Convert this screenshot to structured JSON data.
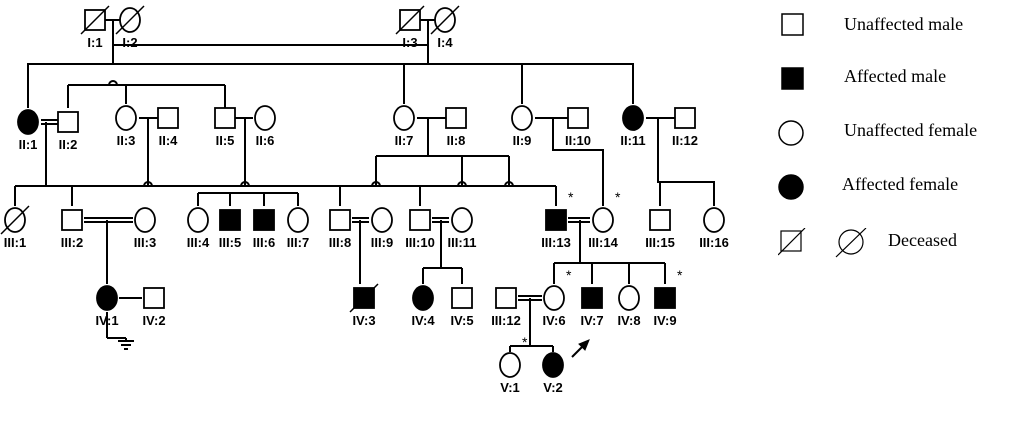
{
  "pedigree": {
    "individuals": [
      {
        "id": "I:1",
        "sex": "male",
        "affected": false,
        "deceased": true
      },
      {
        "id": "I:2",
        "sex": "female",
        "affected": false,
        "deceased": true
      },
      {
        "id": "I:3",
        "sex": "male",
        "affected": false,
        "deceased": true
      },
      {
        "id": "I:4",
        "sex": "female",
        "affected": false,
        "deceased": true
      },
      {
        "id": "II:1",
        "sex": "female",
        "affected": true,
        "deceased": false
      },
      {
        "id": "II:2",
        "sex": "male",
        "affected": false,
        "deceased": false
      },
      {
        "id": "II:3",
        "sex": "female",
        "affected": false,
        "deceased": false
      },
      {
        "id": "II:4",
        "sex": "male",
        "affected": false,
        "deceased": false
      },
      {
        "id": "II:5",
        "sex": "male",
        "affected": false,
        "deceased": false
      },
      {
        "id": "II:6",
        "sex": "female",
        "affected": false,
        "deceased": false
      },
      {
        "id": "II:7",
        "sex": "female",
        "affected": false,
        "deceased": false
      },
      {
        "id": "II:8",
        "sex": "male",
        "affected": false,
        "deceased": false
      },
      {
        "id": "II:9",
        "sex": "female",
        "affected": false,
        "deceased": false
      },
      {
        "id": "II:10",
        "sex": "male",
        "affected": false,
        "deceased": false
      },
      {
        "id": "II:11",
        "sex": "female",
        "affected": true,
        "deceased": false
      },
      {
        "id": "II:12",
        "sex": "male",
        "affected": false,
        "deceased": false
      },
      {
        "id": "III:1",
        "sex": "female",
        "affected": false,
        "deceased": true
      },
      {
        "id": "III:2",
        "sex": "male",
        "affected": false,
        "deceased": false
      },
      {
        "id": "III:3",
        "sex": "female",
        "affected": false,
        "deceased": false
      },
      {
        "id": "III:4",
        "sex": "female",
        "affected": false,
        "deceased": false
      },
      {
        "id": "III:5",
        "sex": "male",
        "affected": true,
        "deceased": false
      },
      {
        "id": "III:6",
        "sex": "male",
        "affected": true,
        "deceased": false
      },
      {
        "id": "III:7",
        "sex": "female",
        "affected": false,
        "deceased": false
      },
      {
        "id": "III:8",
        "sex": "male",
        "affected": false,
        "deceased": false
      },
      {
        "id": "III:9",
        "sex": "female",
        "affected": false,
        "deceased": false
      },
      {
        "id": "III:10",
        "sex": "male",
        "affected": false,
        "deceased": false
      },
      {
        "id": "III:11",
        "sex": "female",
        "affected": false,
        "deceased": false
      },
      {
        "id": "III:13",
        "sex": "male",
        "affected": true,
        "deceased": false,
        "starred": true
      },
      {
        "id": "III:14",
        "sex": "female",
        "affected": false,
        "deceased": false,
        "starred": true
      },
      {
        "id": "III:15",
        "sex": "male",
        "affected": false,
        "deceased": false
      },
      {
        "id": "III:16",
        "sex": "female",
        "affected": false,
        "deceased": false
      },
      {
        "id": "IV:1",
        "sex": "female",
        "affected": true,
        "deceased": false
      },
      {
        "id": "IV:2",
        "sex": "male",
        "affected": false,
        "deceased": false
      },
      {
        "id": "IV:3",
        "sex": "male",
        "affected": true,
        "deceased": true
      },
      {
        "id": "IV:4",
        "sex": "female",
        "affected": true,
        "deceased": false
      },
      {
        "id": "IV:5",
        "sex": "male",
        "affected": false,
        "deceased": false
      },
      {
        "id": "III:12",
        "sex": "male",
        "affected": false,
        "deceased": false
      },
      {
        "id": "IV:6",
        "sex": "female",
        "affected": false,
        "deceased": false,
        "starred": true
      },
      {
        "id": "IV:7",
        "sex": "male",
        "affected": true,
        "deceased": false,
        "proband": true
      },
      {
        "id": "IV:8",
        "sex": "female",
        "affected": false,
        "deceased": false
      },
      {
        "id": "IV:9",
        "sex": "male",
        "affected": true,
        "deceased": false,
        "starred": true
      },
      {
        "id": "V:1",
        "sex": "female",
        "affected": false,
        "deceased": false,
        "starred": true
      },
      {
        "id": "V:2",
        "sex": "female",
        "affected": true,
        "deceased": false
      }
    ],
    "star_mark": "*"
  },
  "legend": {
    "unaffected_male": "Unaffected male",
    "affected_male": "Affected male",
    "unaffected_female": "Unaffected female",
    "affected_female": "Affected female",
    "deceased": "Deceased"
  },
  "colors": {
    "line": "#000000",
    "affected_fill": "#000000",
    "unaffected_fill": "#ffffff"
  }
}
